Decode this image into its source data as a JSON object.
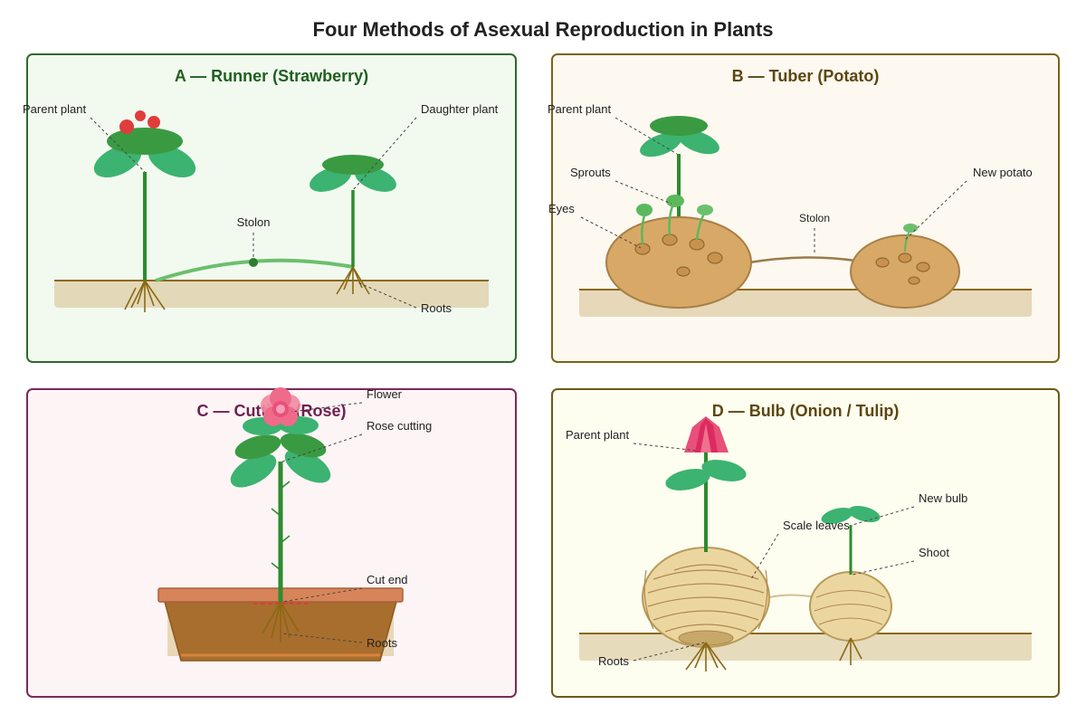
{
  "title": "Four Methods of Asexual Reproduction in Plants",
  "colors": {
    "leaf": "#3cb371",
    "stem": "#2e8b2e",
    "soil": "#e3d9b8",
    "root": "#8b6914",
    "potato": "#d8a867",
    "bulb": "#ecd6a0",
    "berry": "#e03c3c",
    "petal": "#e8507a"
  },
  "panels": {
    "a": {
      "title": "A — Runner (Strawberry)",
      "color": "#1f5f1f",
      "bg": "#f2faf0",
      "labels": {
        "parent": "Parent plant",
        "daughter": "Daughter plant",
        "stolon": "Stolon",
        "roots": "Roots"
      }
    },
    "b": {
      "title": "B — Tuber (Potato)",
      "color": "#5c4710",
      "bg": "#fdf8f0",
      "labels": {
        "parent": "Parent plant",
        "sprouts": "Sprouts",
        "eyes": "Eyes",
        "new_potato": "New potato",
        "stolon": "Stolon"
      }
    },
    "c": {
      "title": "C — Cutting (Rose)",
      "color": "#6e1f50",
      "bg": "#fdf4f5",
      "labels": {
        "flower": "Flower",
        "rose_cutting": "Rose cutting",
        "cut_end": "Cut end",
        "roots": "Roots"
      }
    },
    "d": {
      "title": "D — Bulb (Onion / Tulip)",
      "color": "#5c4710",
      "bg": "#fdfdf0",
      "labels": {
        "parent": "Parent plant",
        "new_bulb": "New bulb",
        "scale_leaves": "Scale leaves",
        "shoot": "Shoot",
        "roots": "Roots"
      }
    }
  }
}
